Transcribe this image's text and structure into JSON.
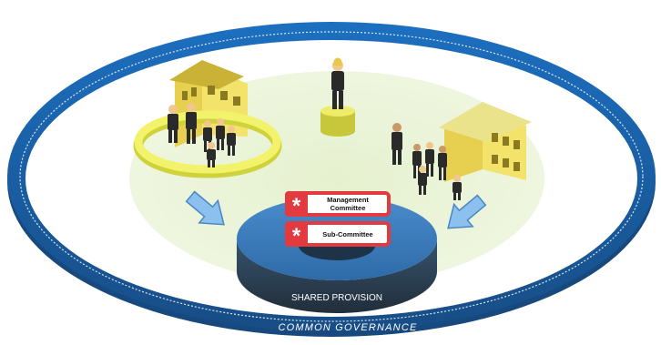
{
  "ring_label": "COMMON GOVERNANCE",
  "hub_label": "SHARED PROVISION",
  "badges": [
    {
      "line1": "Management",
      "line2": "Committee"
    },
    {
      "line1": "Sub-Committee",
      "line2": ""
    }
  ],
  "colors": {
    "ring_blue": "#1f5fa3",
    "hub_blue": "#2d6db0",
    "badge_red": "#e23a3f",
    "ground_green": "#e9f3d6",
    "school_yellow": "#f3e36b",
    "arrow_blue": "#7fb4e6"
  },
  "icons": [
    "school-building-icon",
    "people-group-icon",
    "person-icon",
    "arrow-icon",
    "asterisk-icon"
  ]
}
